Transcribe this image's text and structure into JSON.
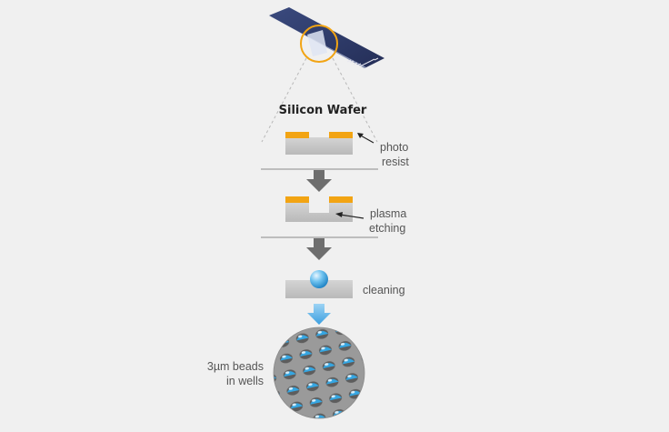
{
  "diagram": {
    "title": "Silicon Wafer",
    "steps": [
      {
        "label_line1": "photo",
        "label_line2": "resist"
      },
      {
        "label_line1": "plasma",
        "label_line2": "etching"
      },
      {
        "label_line1": "cleaning"
      }
    ],
    "result": {
      "label_line1": "3µm beads",
      "label_line2": "in wells"
    }
  },
  "colors": {
    "background": "#f0f0f0",
    "silicon": "#c8c8c8",
    "photoresist": "#f2a413",
    "arrow_gray": "#6e6e6e",
    "arrow_blue": "#62b2e6",
    "bead_blue": "#2ea0dd",
    "highlight_ring": "#f2a413",
    "chip_blue": "#2d3a6a"
  }
}
